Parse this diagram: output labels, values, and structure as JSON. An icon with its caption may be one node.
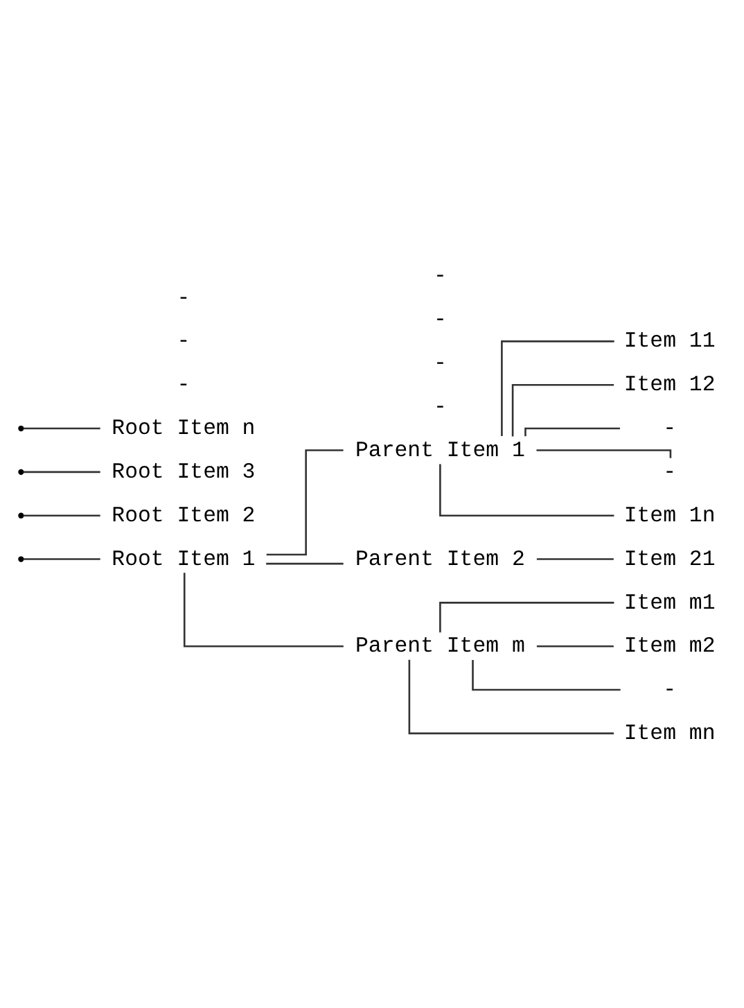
{
  "diagram": {
    "nodes": [
      {
        "text": [
          "Root Item 1"
        ]
      },
      {
        "text": [
          "Parent Item 1"
        ]
      },
      {
        "text": [
          "Item 11"
        ]
      },
      {
        "text": [
          "Item 12"
        ]
      },
      {
        "text": [
          "-"
        ]
      },
      {
        "text": [
          "-"
        ]
      },
      {
        "text": [
          "Item 1n"
        ]
      },
      {
        "text": [
          "Parent Item 2"
        ]
      },
      {
        "text": [
          "Item 21"
        ]
      },
      {
        "text": [
          "Parent Item m"
        ]
      },
      {
        "text": [
          "Item m1"
        ]
      },
      {
        "text": [
          "Item m2"
        ]
      },
      {
        "text": [
          "-"
        ]
      },
      {
        "text": [
          "Item mn"
        ]
      },
      {
        "text": [
          "Root Item 2"
        ]
      },
      {
        "text": [
          "Root Item 3"
        ]
      },
      {
        "text": [
          "Root Item n"
        ]
      }
    ],
    "edges": [
      {
        "from": null,
        "to": 0,
        "arrow": "none"
      },
      {
        "from": 0,
        "to": 1,
        "arrow": "none"
      },
      {
        "from": 1,
        "to": 2,
        "arrow": "none"
      },
      {
        "from": 1,
        "to": 3,
        "arrow": "none"
      },
      {
        "from": 1,
        "to": 4,
        "arrow": "none"
      },
      {
        "from": 1,
        "to": 5,
        "arrow": "none"
      },
      {
        "from": 1,
        "to": 6,
        "arrow": "none"
      },
      {
        "from": 0,
        "to": 7,
        "arrow": "none"
      },
      {
        "from": 7,
        "to": 8,
        "arrow": "none"
      },
      {
        "from": 0,
        "to": 9,
        "arrow": "none"
      },
      {
        "from": 9,
        "to": 10,
        "arrow": "none"
      },
      {
        "from": 9,
        "to": 11,
        "arrow": "none"
      },
      {
        "from": 9,
        "to": 12,
        "arrow": "none"
      },
      {
        "from": 9,
        "to": 13,
        "arrow": "none"
      },
      {
        "from": null,
        "to": 14,
        "arrow": "none"
      },
      {
        "from": null,
        "to": 15,
        "arrow": "none"
      },
      {
        "from": null,
        "to": 16,
        "arrow": "none"
      }
    ],
    "labels": [
      "-",
      "-",
      "-",
      "-",
      "-",
      "-",
      "-"
    ]
  }
}
